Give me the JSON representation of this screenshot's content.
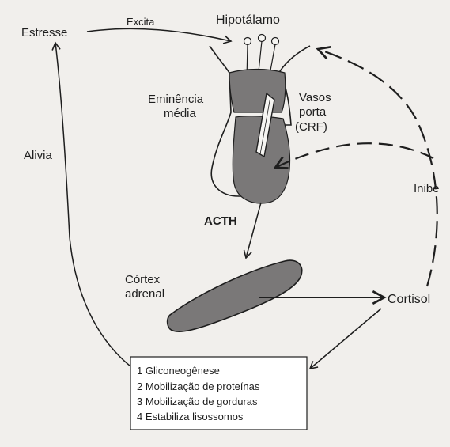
{
  "labels": {
    "hipotalamo": "Hipotálamo",
    "estresse": "Estresse",
    "excita": "Excita",
    "eminencia_1": "Eminência",
    "eminencia_2": "média",
    "vasos_1": "Vasos",
    "vasos_2": "porta",
    "vasos_3": "(CRF)",
    "alivia": "Alivia",
    "inibe": "Inibe",
    "acth": "ACTH",
    "cortex_1": "Córtex",
    "cortex_2": "adrenal",
    "cortisol": "Cortisol"
  },
  "effects": [
    "1 Gliconeogênese",
    "2 Mobilização de proteínas",
    "3 Mobilização de gorduras",
    "4 Estabiliza lisossomos"
  ],
  "colors": {
    "background": "#f1efec",
    "ink": "#1e1e1e",
    "gland_fill": "#7a7878",
    "box_fill": "#ffffff"
  }
}
